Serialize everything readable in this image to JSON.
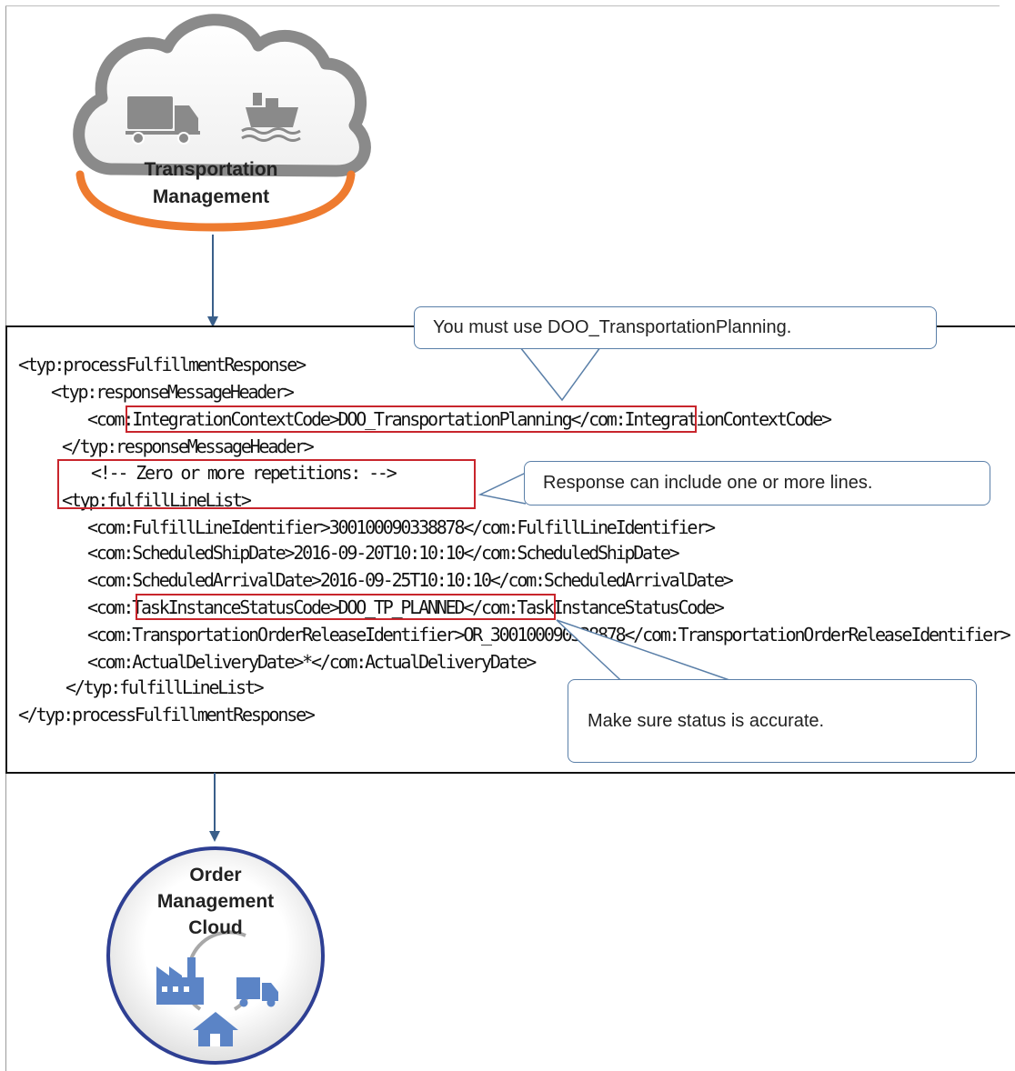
{
  "transportation_cloud": {
    "title_line1": "Transportation",
    "title_line2": "Management",
    "icons": [
      "truck-icon",
      "ship-icon"
    ],
    "colors": {
      "cloud": "#8a8a8a",
      "accent": "#ee7b2f"
    }
  },
  "xml": {
    "lines": [
      "<typ:processFulfillmentResponse>",
      "  <typ:responseMessageHeader>",
      "    <com:IntegrationContextCode>DOO_TransportationPlanning</com:IntegrationContextCode>",
      "   </typ:responseMessageHeader>",
      "     <!-- Zero or more repetitions: -->",
      "  <typ:fulfillLineList>",
      "    <com:FulfillLineIdentifier>300100090338878</com:FulfillLineIdentifier>",
      "    <com:ScheduledShipDate>2016-09-20T10:10:10</com:ScheduledShipDate>",
      "    <com:ScheduledArrivalDate>2016-09-25T10:10:10</com:ScheduledArrivalDate>",
      "    <com:TaskInstanceStatusCode>DOO_TP_PLANNED</com:TaskInstanceStatusCode>",
      "    <com:TransportationOrderReleaseIdentifier>OR_300100090338878</com:TransportationOrderReleaseIdentifier>",
      "    <com:ActualDeliveryDate>*</com:ActualDeliveryDate>",
      "   </typ:fulfillLineList>",
      "</typ:processFulfillmentResponse>"
    ],
    "highlight_color": "#c8252c"
  },
  "callouts": {
    "context_code": "You must use DOO_TransportationPlanning.",
    "lines": "Response can include one or more lines.",
    "status": "Make sure status is accurate."
  },
  "order_management_cloud": {
    "title_line1": "Order",
    "title_line2": "Management",
    "title_line3": "Cloud",
    "icons": [
      "factory-icon",
      "truck-icon",
      "house-icon"
    ],
    "colors": {
      "ring": "#2e3f93",
      "icon": "#5b84c6"
    }
  }
}
